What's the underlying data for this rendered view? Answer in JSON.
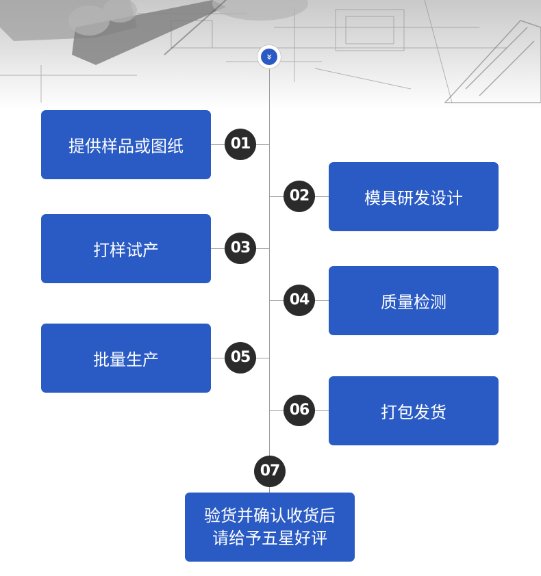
{
  "colors": {
    "accent": "#2a5bc4",
    "number_circle": "#2b2b2b",
    "line": "#9a9a9a"
  },
  "top_marker_icon": "double-chevron-down-icon",
  "top_marker_glyph": "»",
  "steps": [
    {
      "number": "01",
      "label": "提供样品或图纸"
    },
    {
      "number": "02",
      "label": "模具研发设计"
    },
    {
      "number": "03",
      "label": "打样试产"
    },
    {
      "number": "04",
      "label": "质量检测"
    },
    {
      "number": "05",
      "label": "批量生产"
    },
    {
      "number": "06",
      "label": "打包发货"
    },
    {
      "number": "07",
      "label_line1": "验货并确认收货后",
      "label_line2": "请给予五星好评"
    }
  ]
}
